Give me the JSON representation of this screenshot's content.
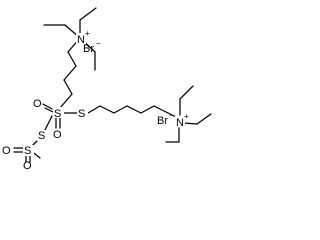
{
  "atoms": {
    "n1": "N",
    "n2": "N",
    "s_sulfonyl": "S",
    "s_thio_right": "S",
    "s_thio_left": "S",
    "s_mesyl": "S",
    "o_a": "O",
    "o_b": "O",
    "o_c": "O",
    "o_d": "O"
  },
  "charges": {
    "n1": "+",
    "n2": "+"
  },
  "counterions": {
    "top": "Br",
    "bottom": "Br"
  },
  "counterion_charges": {
    "top": "−",
    "bottom": "−"
  },
  "colors": {
    "bond": "#000000",
    "text": "#000000",
    "background": "#ffffff"
  }
}
